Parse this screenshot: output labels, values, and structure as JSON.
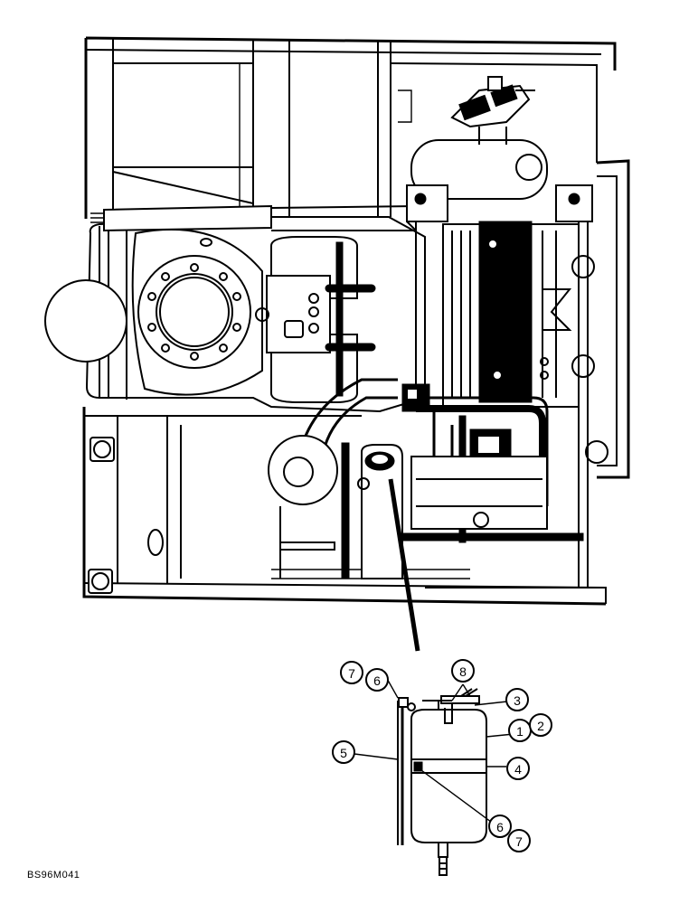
{
  "figure_code": "BS96M041",
  "callouts": [
    {
      "id": "c7a",
      "label": "7"
    },
    {
      "id": "c6a",
      "label": "6"
    },
    {
      "id": "c8",
      "label": "8"
    },
    {
      "id": "c3",
      "label": "3"
    },
    {
      "id": "c1",
      "label": "1"
    },
    {
      "id": "c2",
      "label": "2"
    },
    {
      "id": "c5",
      "label": "5"
    },
    {
      "id": "c4",
      "label": "4"
    },
    {
      "id": "c6b",
      "label": "6"
    },
    {
      "id": "c7b",
      "label": "7"
    }
  ]
}
